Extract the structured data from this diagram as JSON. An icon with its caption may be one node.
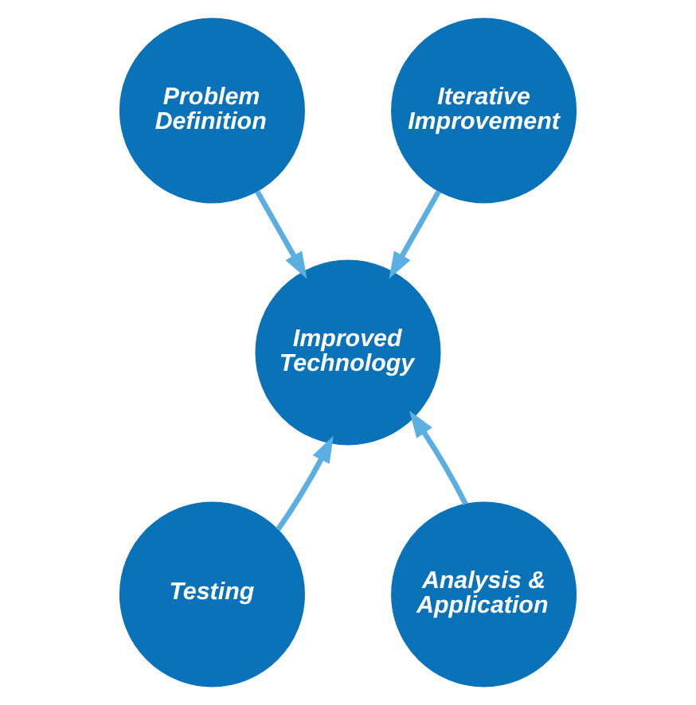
{
  "diagram": {
    "nodes": [
      {
        "text": [
          "Improved Technology"
        ]
      },
      {
        "text": [
          "Problem Definition"
        ]
      },
      {
        "text": [
          "Iterative Improvement"
        ]
      },
      {
        "text": [
          "Testing"
        ]
      },
      {
        "text": [
          "Analysis & Application"
        ]
      }
    ],
    "edges": [
      {
        "from": 1,
        "to": 0,
        "arrow": "to"
      },
      {
        "from": 2,
        "to": 0,
        "arrow": "to"
      },
      {
        "from": 3,
        "to": 0,
        "arrow": "to"
      },
      {
        "from": 4,
        "to": 0,
        "arrow": "to"
      }
    ]
  }
}
